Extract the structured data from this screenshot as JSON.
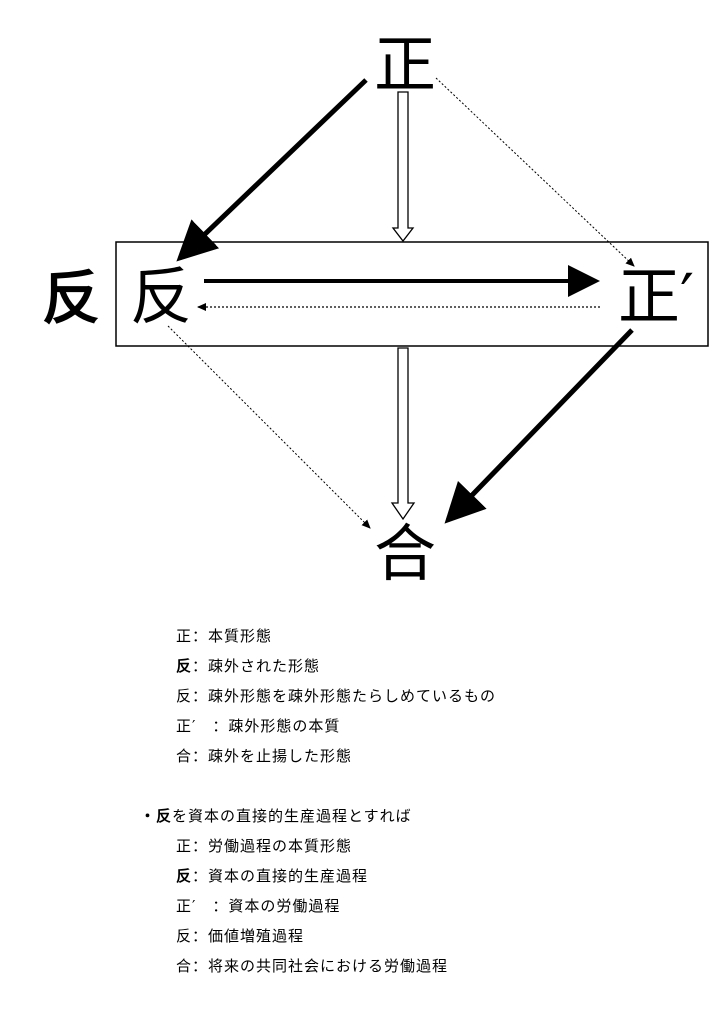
{
  "diagram": {
    "thesis": "正",
    "antithesis": "反",
    "thesis_prime": "正′",
    "synthesis": "合",
    "outer_label": "反"
  },
  "legend1": [
    {
      "key": "正",
      "bold": false,
      "sep": "：",
      "text": "本質形態"
    },
    {
      "key": "反",
      "bold": true,
      "sep": "：",
      "text": "疎外された形態"
    },
    {
      "key": "反",
      "bold": false,
      "sep": "：",
      "text": "疎外形態を疎外形態たらしめているもの"
    },
    {
      "key": "正′",
      "bold": false,
      "sep": "　：",
      "text": "疎外形態の本質"
    },
    {
      "key": "合",
      "bold": false,
      "sep": "：",
      "text": "疎外を止揚した形態"
    }
  ],
  "legend2": {
    "bullet": "・",
    "heading_key": "反",
    "heading_text": "を資本の直接的生産過程とすれば",
    "items": [
      {
        "key": "正",
        "bold": false,
        "sep": "：",
        "text": "労働過程の本質形態"
      },
      {
        "key": "反",
        "bold": true,
        "sep": "：",
        "text": "資本の直接的生産過程"
      },
      {
        "key": "正′",
        "bold": false,
        "sep": "　：",
        "text": "資本の労働過程"
      },
      {
        "key": "反",
        "bold": false,
        "sep": "：",
        "text": "価値増殖過程"
      },
      {
        "key": "合",
        "bold": false,
        "sep": "：",
        "text": "将来の共同社会における労働過程"
      }
    ]
  }
}
